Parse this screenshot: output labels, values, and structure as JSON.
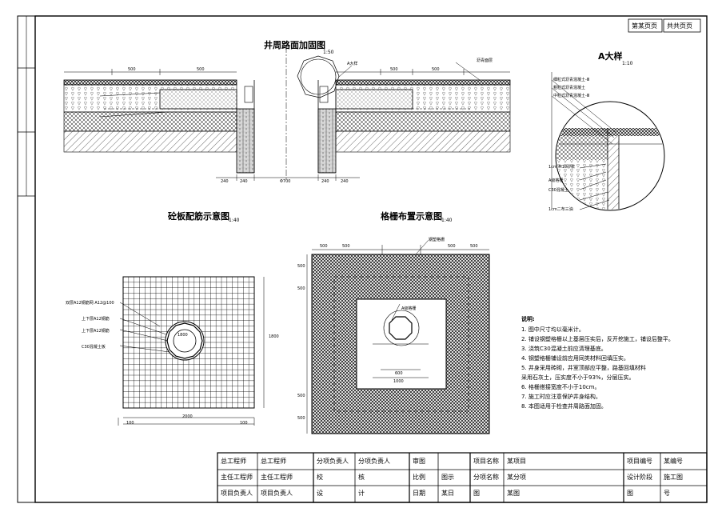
{
  "header": {
    "sheet_no": "第某页页",
    "sheet_total": "共共页页"
  },
  "views": {
    "section": {
      "title": "井周路面加固图",
      "scale": "1:50"
    },
    "detail_a": {
      "title": "A大样",
      "scale": "1:10"
    },
    "slab": {
      "title": "砼板配筋示意图",
      "scale": "1:40"
    },
    "grid": {
      "title": "格栅布置示意图",
      "scale": "1:40"
    }
  },
  "section_labels": {
    "callout_a": "A大样",
    "right_note": "沥青面层",
    "dims_left": [
      "500",
      "500"
    ],
    "dims_right": [
      "500",
      "500"
    ],
    "dims_bottom": [
      "240",
      "240",
      "Φ700",
      "240",
      "240"
    ]
  },
  "detail_labels": [
    "细粒式沥青混凝土-Ⅲ",
    "粗粒式沥青混凝土",
    "中粒式沥青混凝土-Ⅲ",
    "1cm M10砂浆",
    "A级格栅",
    "C30混凝土",
    "1cm二布三油"
  ],
  "slab_labels": [
    "双层A12钢筋网 A12@100",
    "上下层A12钢筋",
    "上下层A12钢筋",
    "C30混凝土板",
    "1800",
    "1800"
  ],
  "slab_dims": [
    "100",
    "2000",
    "100"
  ],
  "grid_labels": [
    "钢塑格栅",
    "A级格栅",
    "600",
    "1000"
  ],
  "grid_dims_top": [
    "500",
    "500",
    "500",
    "500"
  ],
  "grid_dims_left": [
    "500",
    "500",
    "500",
    "500"
  ],
  "notes": {
    "heading": "说明:",
    "lines": [
      "1. 图中尺寸均以毫米计。",
      "2. 铺设钢塑格栅以上基层压实后，反开挖施工，铺设后整平。",
      "3. 浇筑C30混凝土前应清理基底。",
      "4. 钢塑格栅铺设前应用同类材料回填压实。",
      "5. 井身采用砖砌，井室顶部应平整，路基回填材料",
      "   采用石灰土，压实度不小于93%，分层压实。",
      "6. 格栅搭接宽度不小于10cm。",
      "7. 施工时应注意保护井身结构。",
      "8. 本图适用于检查井周路面加固。"
    ]
  },
  "title_block": {
    "r1": [
      "总工程师",
      "总工程师",
      "分项负责人",
      "分项负责人",
      "审图",
      "",
      "项目名称",
      "某项目",
      "项目编号",
      "某编号"
    ],
    "r2": [
      "主任工程师",
      "主任工程师",
      "校",
      "核",
      "比例",
      "图示",
      "分项名称",
      "某分项",
      "设计阶段",
      "施工图"
    ],
    "r3": [
      "项目负责人",
      "项目负责人",
      "设",
      "计",
      "日期",
      "某日",
      "图",
      "某图",
      "图",
      "号"
    ]
  }
}
